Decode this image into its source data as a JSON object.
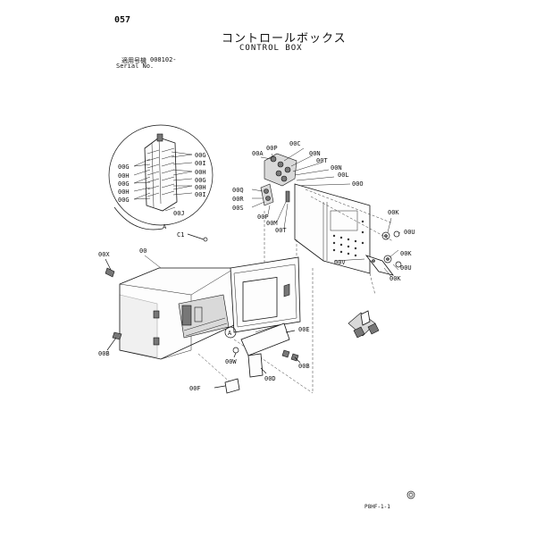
{
  "header": {
    "page_number": "057",
    "title_jp": "コントロールボックス",
    "title_en": "CONTROL BOX",
    "serial_label_jp": "適用号機",
    "serial_value": "008102-",
    "serial_label_en": "Serial No."
  },
  "footer": {
    "page_code": "P8HF-1-1"
  },
  "labels": {
    "detail_left": [
      "00G",
      "00H",
      "00G",
      "00H",
      "00G"
    ],
    "detail_right": [
      "00G",
      "00I",
      "00H",
      "00G",
      "00H",
      "00I"
    ],
    "detail_bottom": "00J",
    "callout_a_top": "A",
    "callout_a_bottom": "A",
    "c1": "C1",
    "a": "00A",
    "p": "00P",
    "c": "00C",
    "n1": "00N",
    "t1": "00T",
    "n2": "00N",
    "l": "00L",
    "o": "00O",
    "q": "00Q",
    "r": "00R",
    "s": "00S",
    "p2": "00P",
    "m": "00M",
    "t2": "00T",
    "k1": "00K",
    "u1": "00U",
    "v": "00V",
    "k2": "00K",
    "u2": "00U",
    "k3": "00K",
    "x": "00X",
    "box": "00",
    "e": "00E",
    "b1": "00B",
    "b2": "00B",
    "w": "00W",
    "d": "00D",
    "f": "00F"
  }
}
